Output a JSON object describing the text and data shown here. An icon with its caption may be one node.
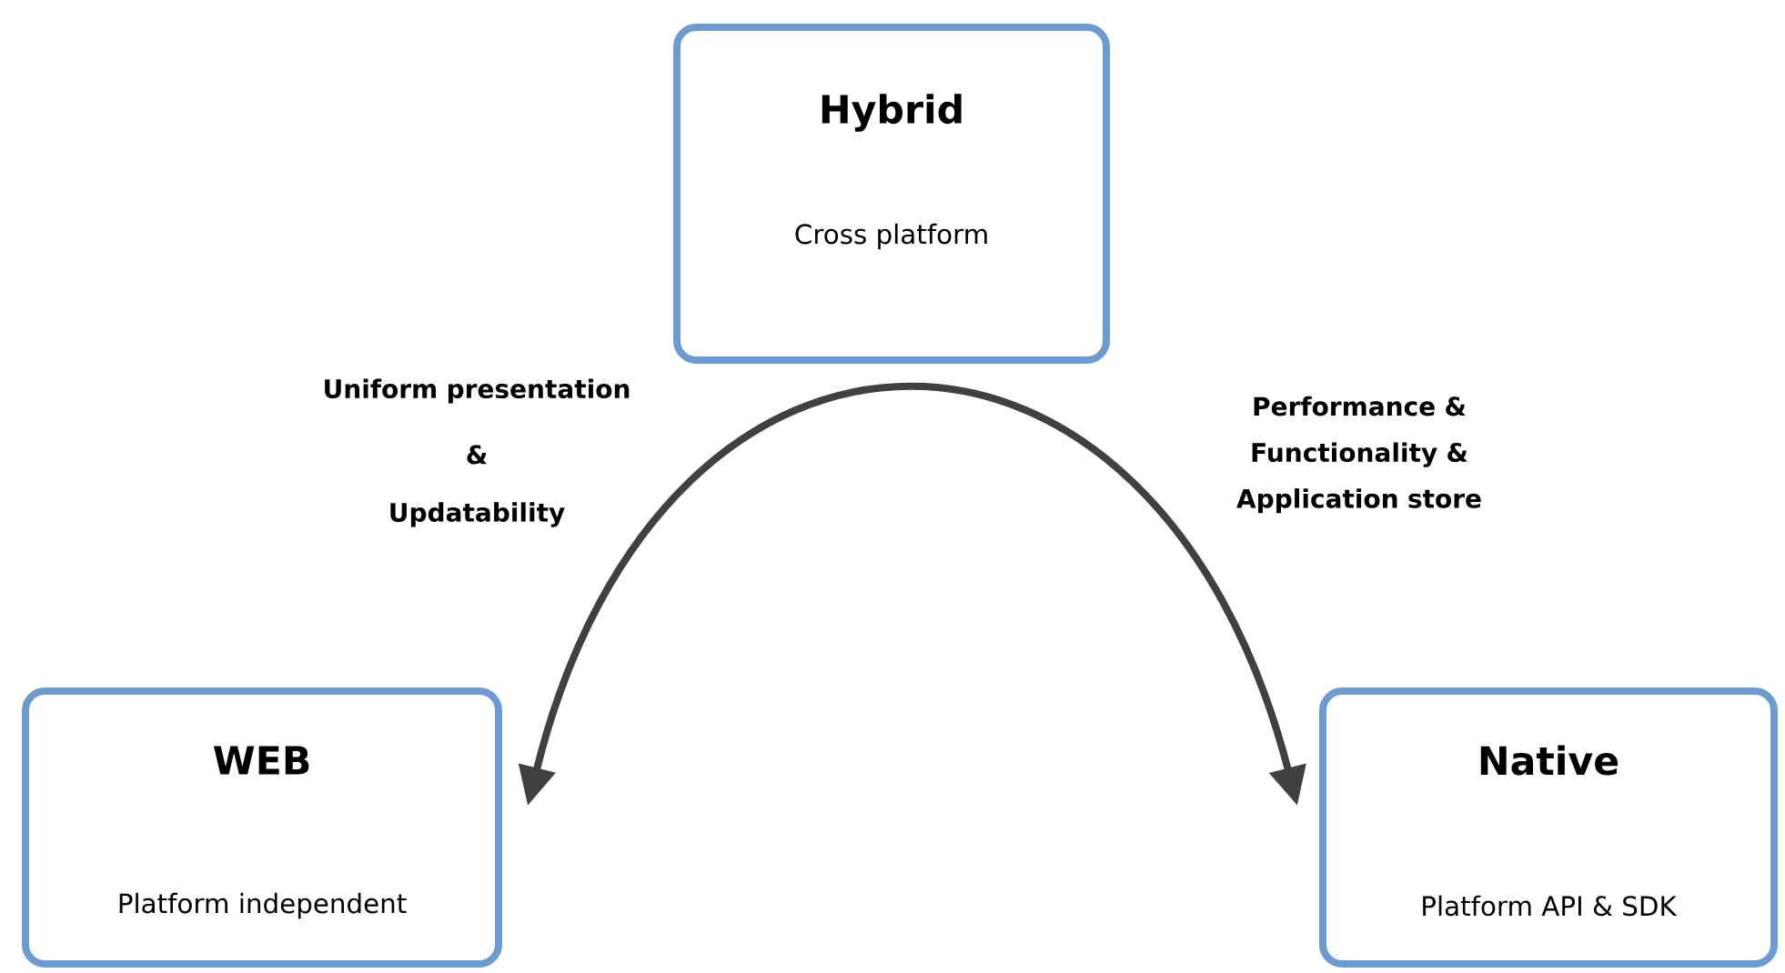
{
  "diagram": {
    "nodes": [
      {
        "text": [
          "Hybrid",
          "Cross platform"
        ]
      },
      {
        "text": [
          "WEB",
          "Platform independent"
        ]
      },
      {
        "text": [
          "Native",
          "Platform API & SDK"
        ]
      }
    ],
    "edges": [
      {
        "from": 1,
        "to": 2,
        "arrow": "both"
      }
    ],
    "labels": [
      "Uniform presentation",
      "&",
      "Updatability",
      "Performance & Functionality & Application store"
    ]
  }
}
